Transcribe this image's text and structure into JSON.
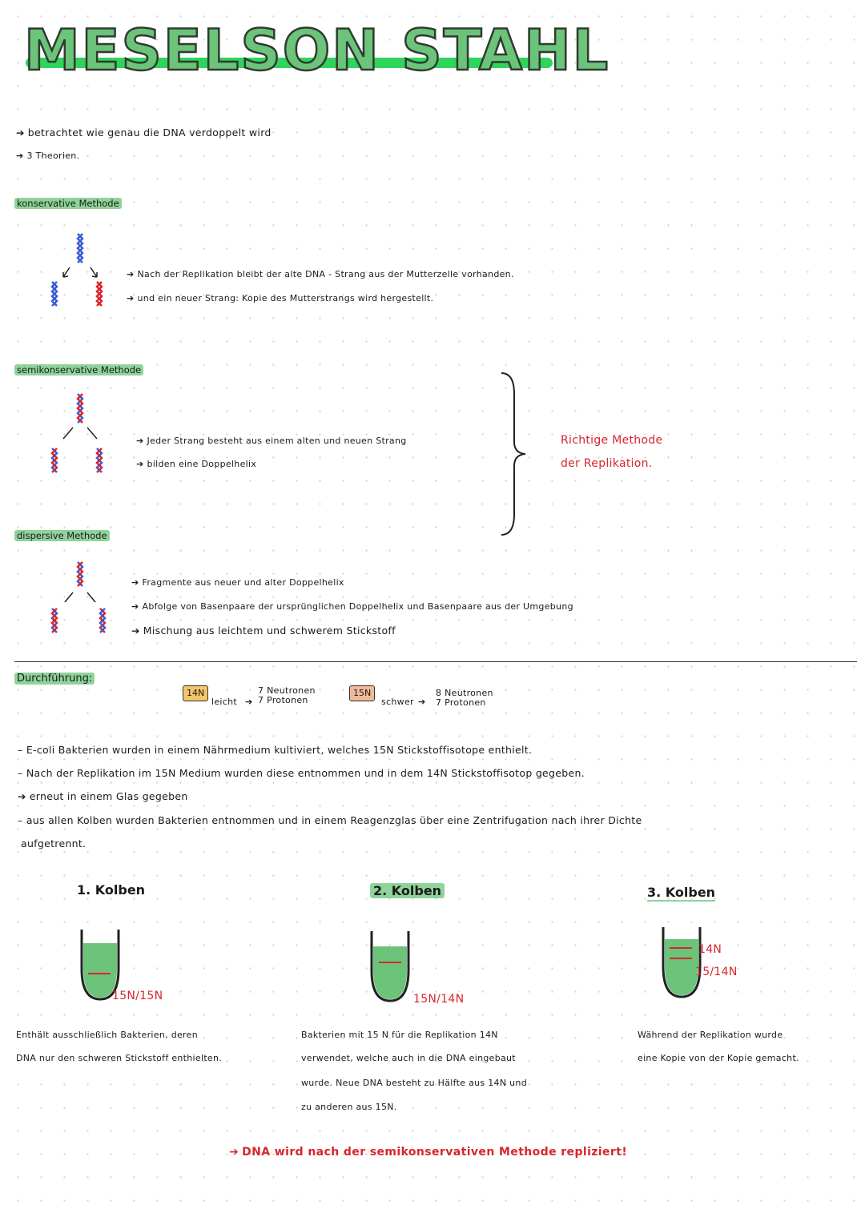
{
  "title": "MESELSON STAHL",
  "intro": [
    "betrachtet wie genau die DNA verdoppelt wird",
    "3 Theorien."
  ],
  "methods": {
    "conservative": {
      "label": "konservative Methode",
      "points": [
        "Nach der Replikation bleibt der alte DNA - Strang aus der Mutterzelle vorhanden.",
        "und ein neuer Strang: Kopie des Mutterstrangs wird hergestellt."
      ]
    },
    "semiconservative": {
      "label": "semikonservative Methode",
      "points": [
        "Jeder Strang besteht aus einem alten und neuen Strang",
        "bilden eine Doppelhelix"
      ],
      "note": [
        "Richtige Methode",
        "der Replikation."
      ]
    },
    "dispersive": {
      "label": "dispersive Methode",
      "points": [
        "Fragmente aus neuer und alter Doppelhelix",
        "Abfolge von Basenpaare der ursprünglichen Doppelhelix und Basenpaare aus der Umgebung",
        "Mischung aus leichtem und schwerem Stickstoff"
      ]
    }
  },
  "procedure": {
    "label": "Durchführung:",
    "isotopes": {
      "n14": {
        "symbol": "14N",
        "weight": "leicht",
        "neutrons": "7 Neutronen",
        "protons": "7 Protonen"
      },
      "n15": {
        "symbol": "15N",
        "weight": "schwer",
        "neutrons": "8 Neutronen",
        "protons": "7 Protonen"
      }
    },
    "steps": [
      "E-coli Bakterien wurden in einem Nährmedium kultiviert, welches 15N Stickstoffisotope enthielt.",
      "Nach der Replikation im 15N Medium wurden diese entnommen und in dem 14N Stickstoffisotop gegeben.",
      "erneut in einem Glas gegeben",
      "aus allen Kolben wurden Bakterien entnommen und in einem Reagenzglas über eine Zentrifugation nach ihrer Dichte",
      "aufgetrennt."
    ]
  },
  "flasks": [
    {
      "title": "1. Kolben",
      "bands": [
        "15N/15N"
      ],
      "band_levels": [
        0.62
      ],
      "description": [
        "Enthält ausschließlich Bakterien, deren",
        "DNA nur den schweren Stickstoff enthielten."
      ]
    },
    {
      "title": "2. Kolben",
      "bands": [
        "15N/14N"
      ],
      "band_levels": [
        0.45
      ],
      "description": [
        "Bakterien mit 15 N für die Replikation 14N",
        "verwendet, welche auch in die DNA eingebaut",
        "wurde. Neue DNA besteht zu Hälfte aus 14N und",
        "zu anderen aus 15N."
      ]
    },
    {
      "title": "3. Kolben",
      "bands": [
        "14N",
        "15/14N"
      ],
      "band_levels": [
        0.3,
        0.45
      ],
      "description": [
        "Während der Replikation wurde",
        "eine Kopie von der Kopie gemacht."
      ]
    }
  ],
  "conclusion": "DNA wird nach der semikonservativen Methode repliziert!",
  "colors": {
    "accent_green": "#6cc37a",
    "highlight_green": "#8fd39a",
    "red": "#d7262b",
    "helix_blue": "#3b5bd6",
    "helix_red": "#d7262b"
  }
}
